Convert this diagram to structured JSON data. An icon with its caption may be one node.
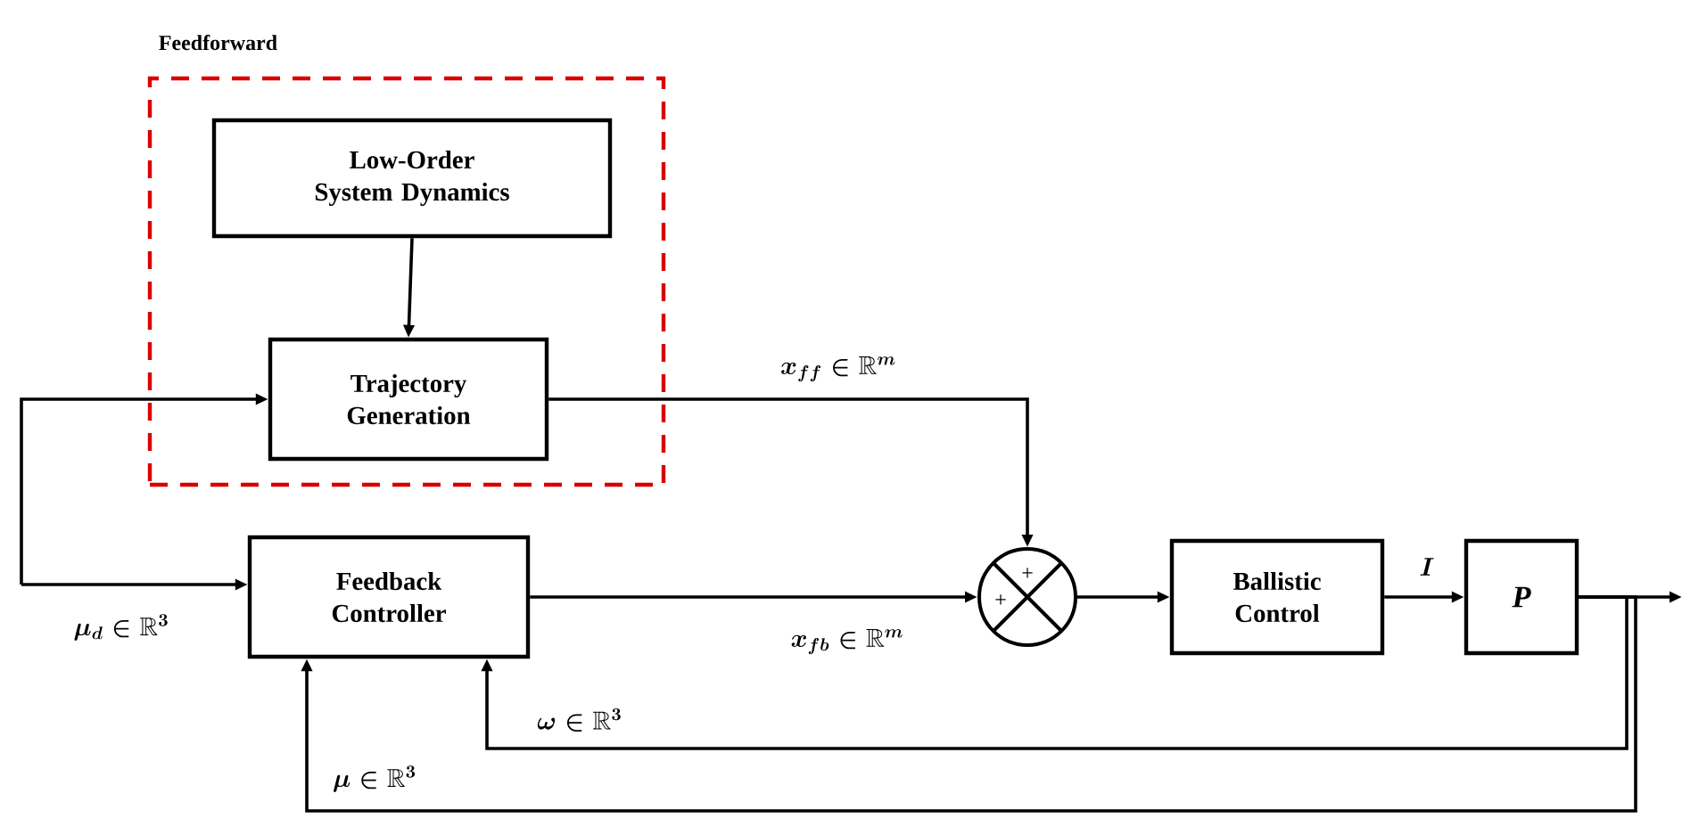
{
  "diagram": {
    "nodes": [
      {
        "text": [
          "Feedforward"
        ]
      },
      {
        "text": [
          "Low-Order System Dynamics"
        ],
        "in": 0
      },
      {
        "text": [
          "Trajectory Generation"
        ],
        "in": 0
      },
      {
        "text": [
          "Feedback Controller"
        ]
      },
      {
        "text": [
          "+",
          "+"
        ]
      },
      {
        "text": [
          "Ballistic Control"
        ]
      },
      {
        "text": [
          "P"
        ]
      }
    ],
    "edges": [
      {
        "from": 1,
        "to": 2,
        "arrow": "to"
      },
      {
        "from": 2,
        "to": 4,
        "arrow": "to",
        "label": "x_{ff} \\in \\mathbb{R}^{m}"
      },
      {
        "from": 3,
        "to": 4,
        "arrow": "to",
        "label": "x_{fb} \\in \\mathbb{R}^{m}"
      },
      {
        "from": 4,
        "to": 5,
        "arrow": "to"
      },
      {
        "from": 5,
        "to": 6,
        "arrow": "to",
        "label": "I"
      },
      {
        "from": 6,
        "to": null,
        "arrow": "to"
      },
      {
        "from": 6,
        "to": 3,
        "arrow": "to",
        "label": "\\omega \\in \\mathbb{R}^{3}"
      },
      {
        "from": 6,
        "to": 3,
        "arrow": "to",
        "label": "\\mu \\in \\mathbb{R}^{3}"
      },
      {
        "from": null,
        "to": 3,
        "arrow": "to",
        "label": "\\mu_{d} \\in \\mathbb{R}^{3}"
      },
      {
        "from": null,
        "to": 2,
        "arrow": "to"
      }
    ]
  }
}
